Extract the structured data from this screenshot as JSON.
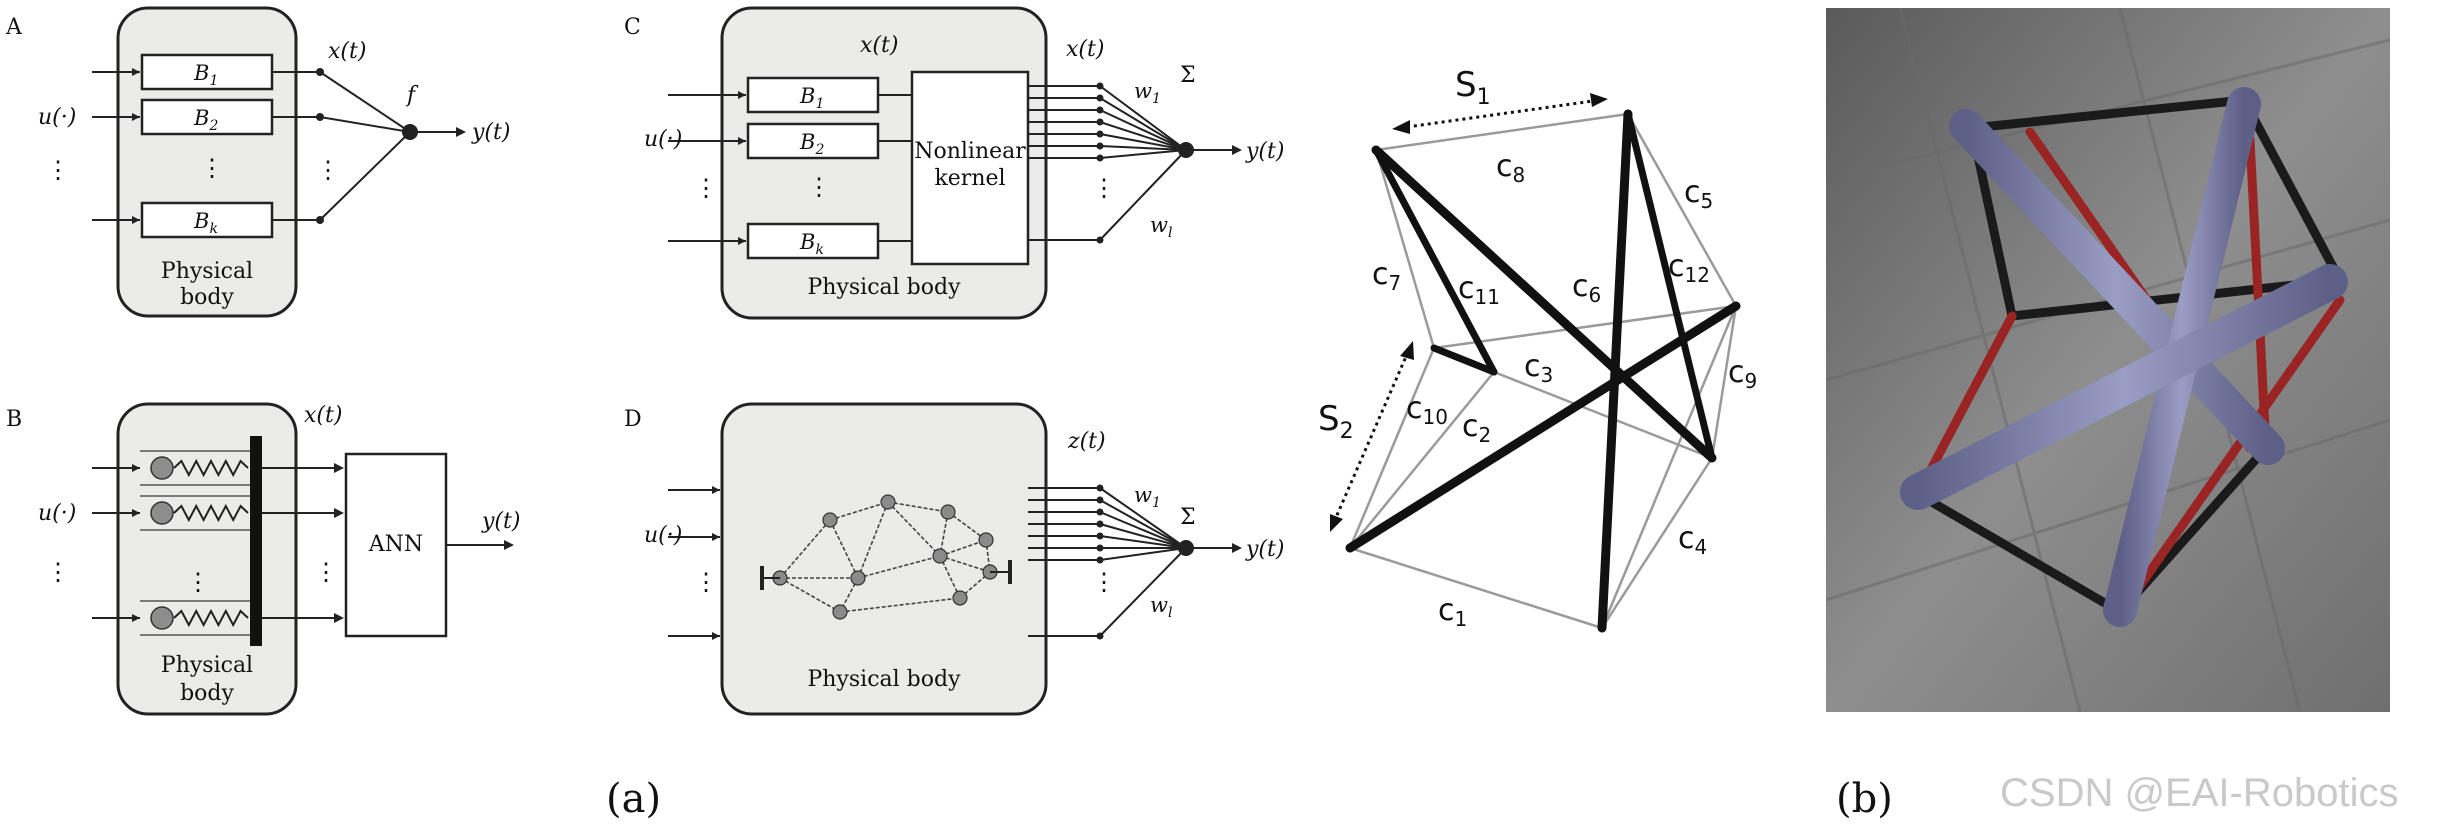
{
  "panelA": {
    "tag": "A",
    "xt": "x(t)",
    "f": "f",
    "yt": "y(t)",
    "u": "u(·)",
    "b1": "B",
    "b1s": "1",
    "b2": "B",
    "b2s": "2",
    "bk": "B",
    "bks": "k",
    "vdots": "⋮",
    "body1": "Physical",
    "body2": "body"
  },
  "panelB": {
    "tag": "B",
    "xt": "x(t)",
    "yt": "y(t)",
    "u": "u(·)",
    "ann": "ANN",
    "vdots": "⋮",
    "body1": "Physical",
    "body2": "body"
  },
  "panelC": {
    "tag": "C",
    "xt_in": "x(t)",
    "xt_out": "x(t)",
    "u": "u(·)",
    "b1": "B",
    "b1s": "1",
    "b2": "B",
    "b2s": "2",
    "bk": "B",
    "bks": "k",
    "kernel1": "Nonlinear",
    "kernel2": "kernel",
    "w1": "w",
    "w1s": "1",
    "wl": "w",
    "wls": "l",
    "sigma": "Σ",
    "yt": "y(t)",
    "vdots": "⋮",
    "body": "Physical body"
  },
  "panelD": {
    "tag": "D",
    "zt": "z(t)",
    "u": "u(·)",
    "w1": "w",
    "w1s": "1",
    "wl": "w",
    "wls": "l",
    "sigma": "Σ",
    "yt": "y(t)",
    "vdots": "⋮",
    "body": "Physical body"
  },
  "tensegrity": {
    "s1": "S",
    "s1s": "1",
    "s2": "S",
    "s2s": "2",
    "c1": "1",
    "c2": "2",
    "c3": "3",
    "c4": "4",
    "c5": "5",
    "c6": "6",
    "c7": "7",
    "c8": "8",
    "c9": "9",
    "c10": "10",
    "c11": "11",
    "c12": "12",
    "c": "c"
  },
  "captions": {
    "a": "(a)",
    "b": "(b)"
  },
  "watermark": "CSDN @EAI-Robotics",
  "colors": {
    "bar": "#7b7ea3",
    "cable_red": "#9a2424",
    "cable_black": "#1a1a1a",
    "floor": "#8c8c8c"
  }
}
